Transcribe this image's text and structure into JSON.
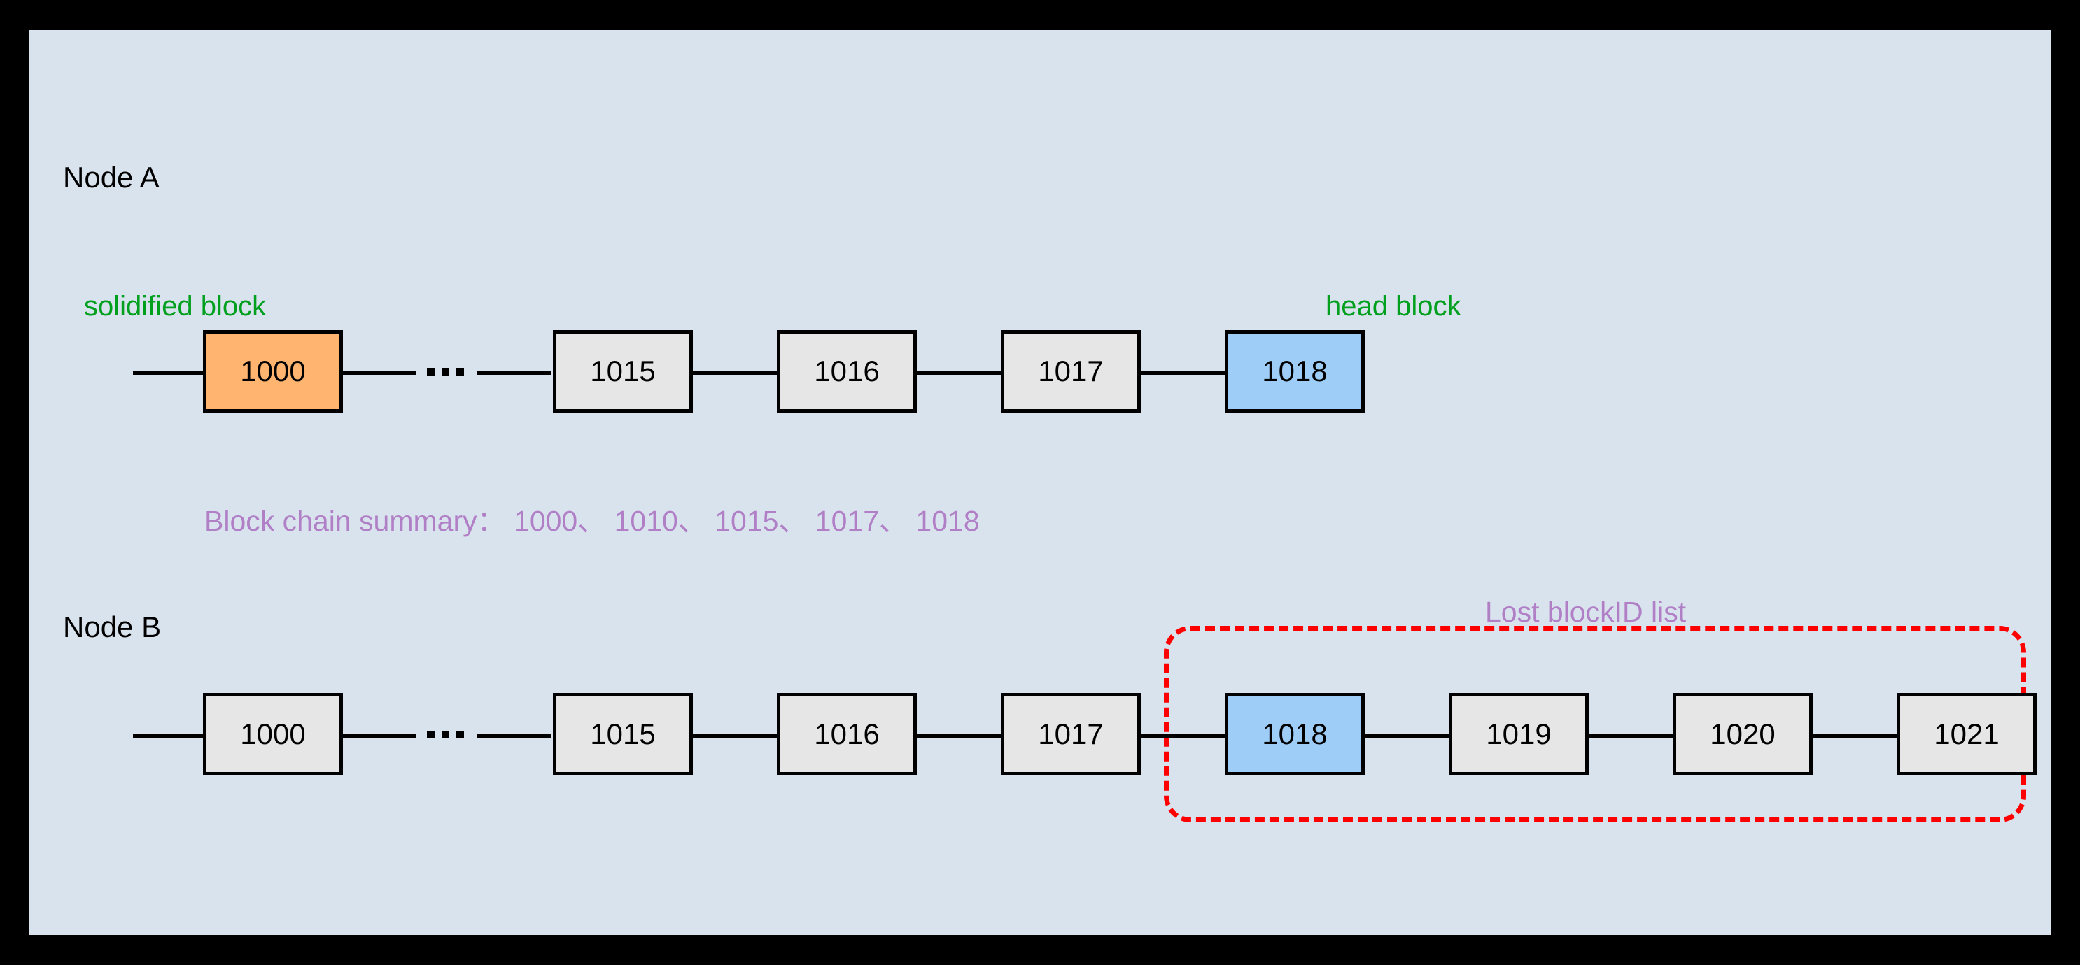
{
  "diagram": {
    "title_a": "Node A",
    "title_b": "Node B",
    "solidified_label": "solidified block",
    "head_label": "head block",
    "summary_text": "Block chain summary： 1000、 1010、 1015、 1017、 1018",
    "lost_label": "Lost blockID list",
    "ellipsis": "...",
    "colors": {
      "canvas_background": "#d9e3ee",
      "page_background": "#000000",
      "block_gray": "#e6e6e6",
      "block_orange": "#ffb570",
      "block_blue": "#9ecdf7",
      "block_border": "#000000",
      "green_annotation": "#00a01e",
      "purple_annotation": "#b07fc6",
      "dashed_region": "#ff0000"
    },
    "node_a": {
      "name": "Node A",
      "blocks": [
        {
          "id": "1000",
          "style": "orange"
        },
        {
          "id": "1015",
          "style": "gray"
        },
        {
          "id": "1016",
          "style": "gray"
        },
        {
          "id": "1017",
          "style": "gray"
        },
        {
          "id": "1018",
          "style": "blue"
        }
      ],
      "summary": {
        "label": "Block chain summary：",
        "ids": [
          "1000",
          "1010",
          "1015",
          "1017",
          "1018"
        ]
      }
    },
    "node_b": {
      "name": "Node B",
      "blocks": [
        {
          "id": "1000",
          "style": "gray"
        },
        {
          "id": "1015",
          "style": "gray"
        },
        {
          "id": "1016",
          "style": "gray"
        },
        {
          "id": "1017",
          "style": "gray"
        },
        {
          "id": "1018",
          "style": "blue"
        },
        {
          "id": "1019",
          "style": "gray"
        },
        {
          "id": "1020",
          "style": "gray"
        },
        {
          "id": "1021",
          "style": "gray"
        }
      ],
      "lost_block_ids": [
        "1018",
        "1019",
        "1020",
        "1021"
      ]
    }
  }
}
